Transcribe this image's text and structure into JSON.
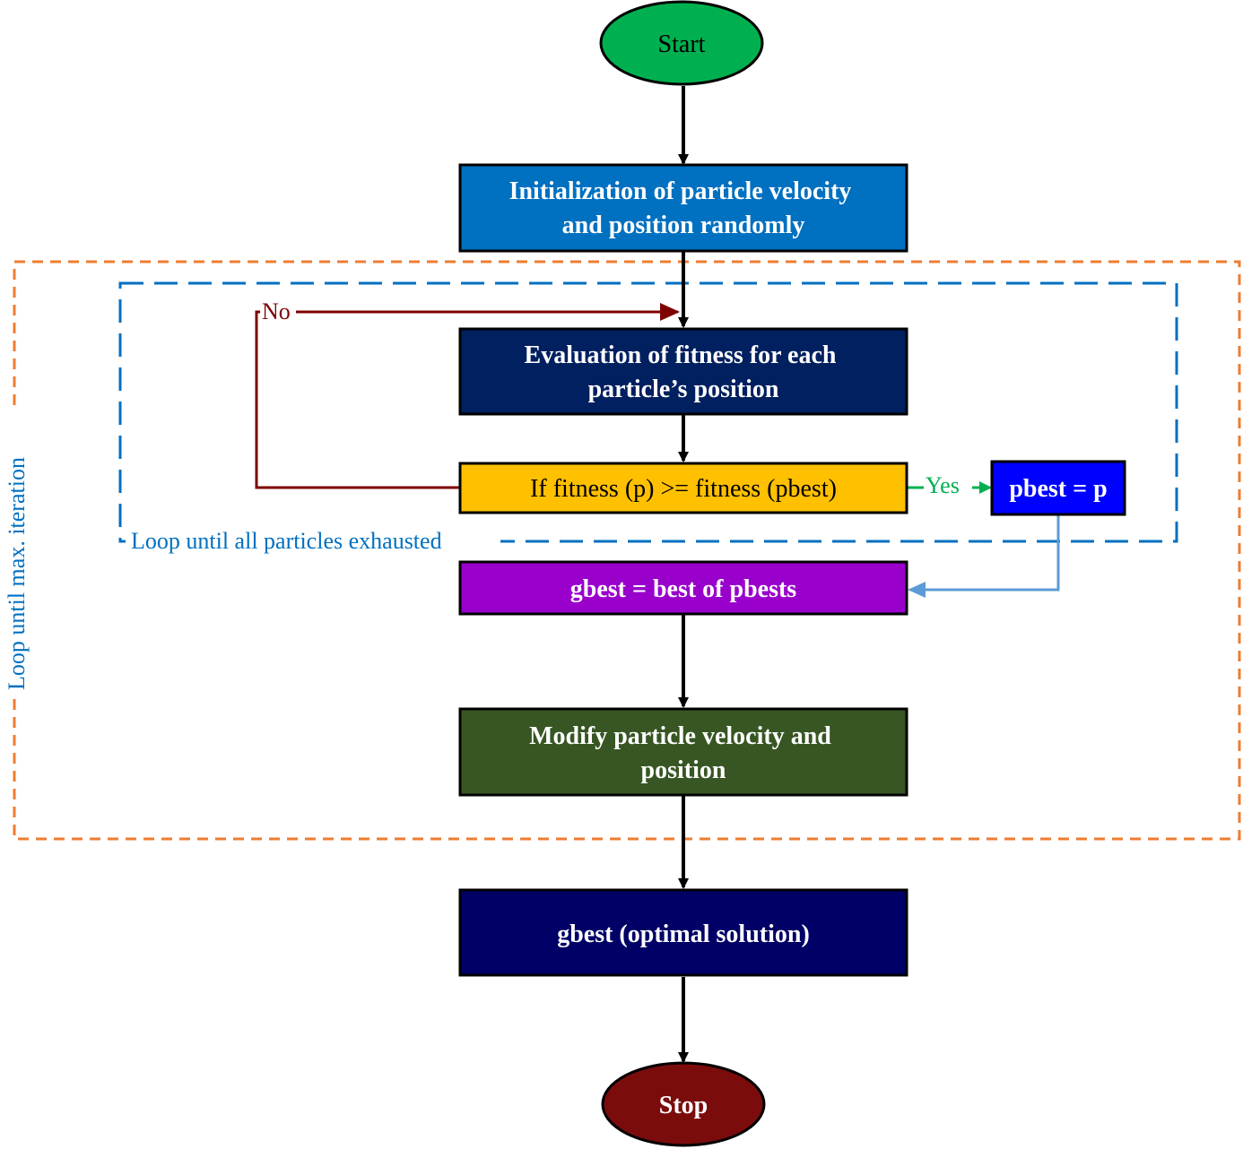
{
  "nodes": {
    "start": {
      "label": "Start",
      "fill": "#00b050"
    },
    "init": {
      "lines": [
        "Initialization of particle velocity",
        "and position randomly"
      ],
      "fill": "#0070c0"
    },
    "evaluate": {
      "lines": [
        "Evaluation of fitness for each",
        "particle’s position"
      ],
      "fill": "#002060"
    },
    "decision": {
      "label": "If fitness (p) >= fitness (pbest)",
      "fill": "#ffc000"
    },
    "pbest": {
      "label": "pbest = p",
      "fill": "#0000ff"
    },
    "gbest": {
      "label": "gbest = best of pbests",
      "fill": "#9900cc"
    },
    "modify": {
      "lines": [
        "Modify particle velocity and",
        "position"
      ],
      "fill": "#375623"
    },
    "optimal": {
      "label": "gbest (optimal solution)",
      "fill": "#000066"
    },
    "stop": {
      "label": "Stop",
      "fill": "#7b0c0c"
    }
  },
  "edges": {
    "no_label": "No",
    "yes_label": "Yes"
  },
  "loops": {
    "inner": {
      "label": "Loop until all particles exhausted",
      "color": "#0070c0"
    },
    "outer": {
      "label": "Loop until max. iteration",
      "color": "#ed7d31"
    }
  },
  "colors": {
    "arrow": "#000000",
    "no_arrow": "#7f0000",
    "yes_arrow": "#00b050",
    "pbest_arrow": "#5b9bd5"
  }
}
